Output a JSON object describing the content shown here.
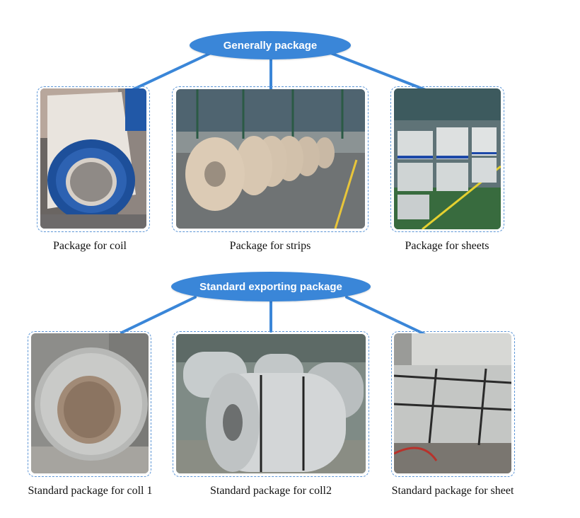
{
  "sections": [
    {
      "title": "Generally package",
      "items": [
        {
          "caption": "Package for coil",
          "image": "painted-coil-photo"
        },
        {
          "caption": "Package for strips",
          "image": "coil-strips-warehouse-photo"
        },
        {
          "caption": "Package for sheets",
          "image": "sheet-stacks-warehouse-photo"
        }
      ]
    },
    {
      "title": "Standard exporting package",
      "items": [
        {
          "caption": "Standard package for coll 1",
          "image": "galvanized-coil-photo"
        },
        {
          "caption": "Standard package for coll2",
          "image": "galvanized-coils-row-photo"
        },
        {
          "caption": "Standard package for sheet",
          "image": "galvanized-sheet-bundle-photo"
        }
      ]
    }
  ],
  "colors": {
    "accent": "#3a86d8",
    "connector": "#3a86d8",
    "frame_border": "#5b95d6"
  }
}
